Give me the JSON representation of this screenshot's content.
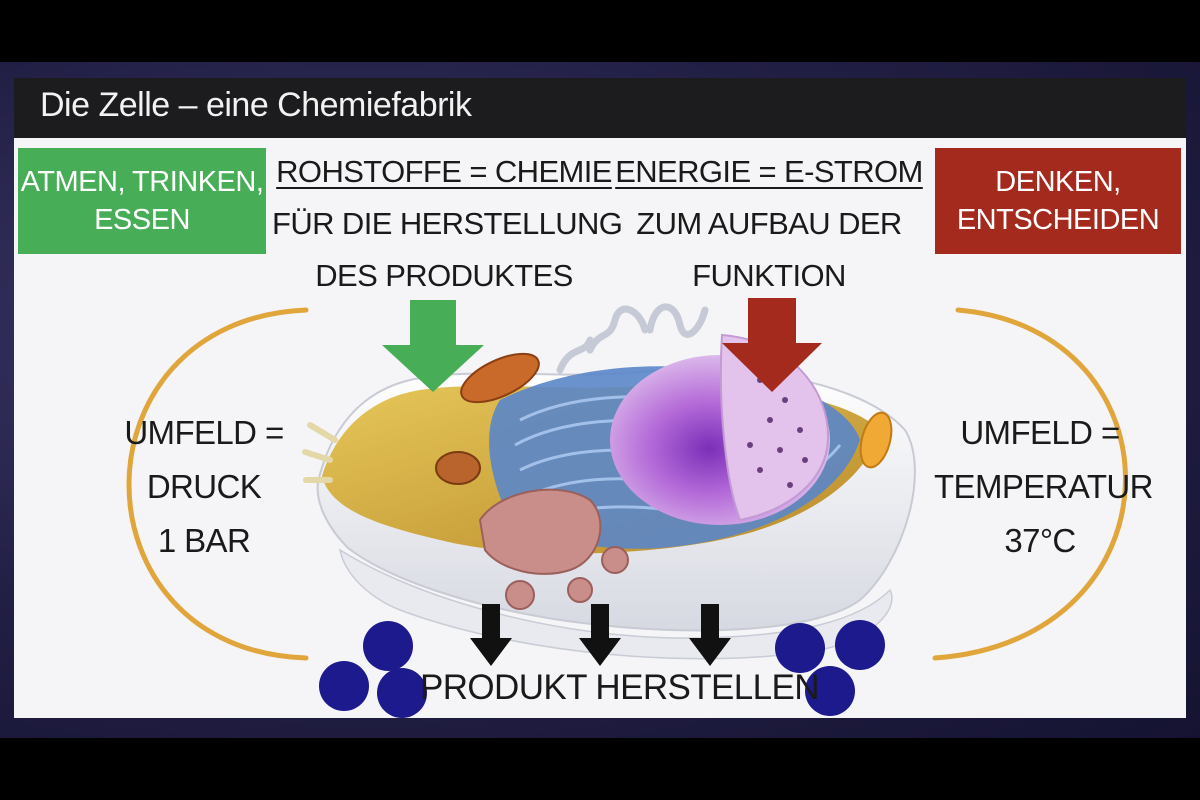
{
  "title": "Die Zelle – eine Chemiefabrik",
  "boxes": {
    "green": {
      "lines": [
        "ATMEN, TRINKEN,",
        "ESSEN"
      ],
      "color": "#47ad57"
    },
    "red": {
      "lines": [
        "DENKEN,",
        "ENTSCHEIDEN"
      ],
      "color": "#a52a1e"
    }
  },
  "raw_materials": {
    "heading": "ROHSTOFFE = CHEMIE",
    "lines": [
      "FÜR DIE HERSTELLUNG",
      "DES PRODUKTES"
    ]
  },
  "energy": {
    "heading": "ENERGIE = E-STROM",
    "lines": [
      "ZUM AUFBAU DER",
      "FUNKTION"
    ]
  },
  "left_environment": [
    "UMFELD =",
    "DRUCK",
    "1 BAR"
  ],
  "right_environment": [
    "UMFELD =",
    "TEMPERATUR",
    "37°C"
  ],
  "product": "PRODUKT HERSTELLEN",
  "colors": {
    "arrow_green": "#47ad57",
    "arrow_red": "#a52a1e",
    "arrow_black": "#111111",
    "dots": "#1c1a8c",
    "arc": "#e0a63c"
  }
}
